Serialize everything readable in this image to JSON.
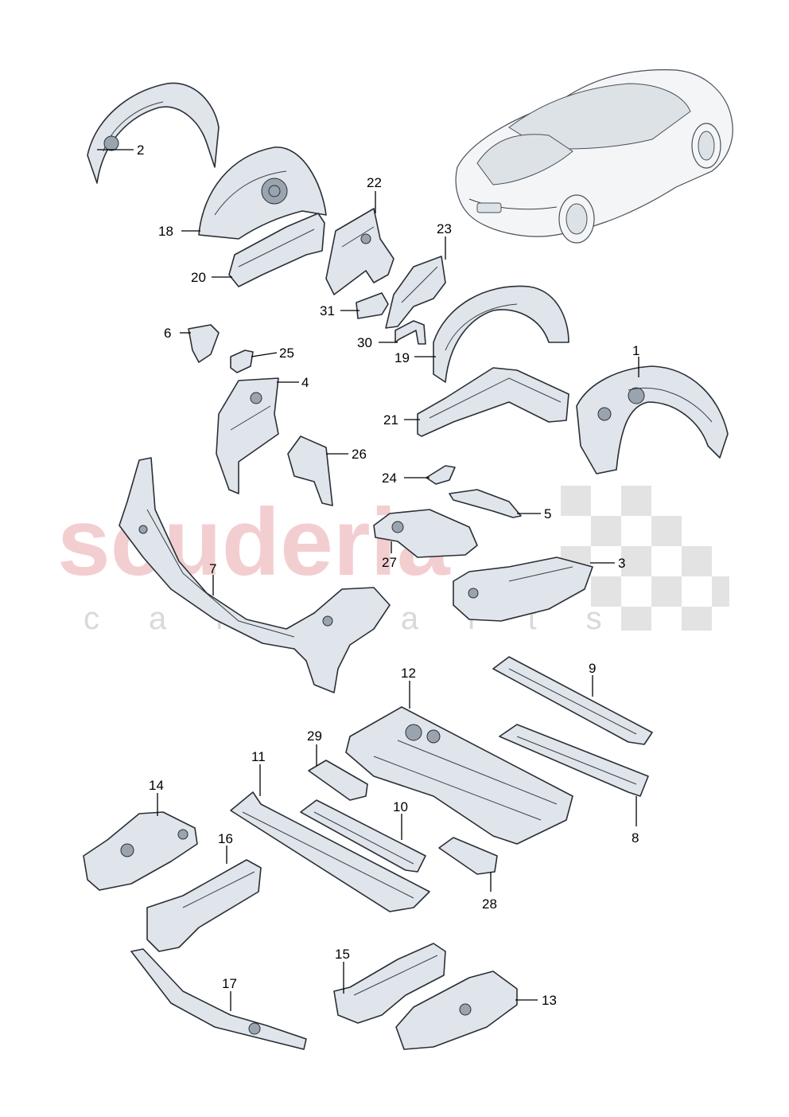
{
  "watermark": {
    "brand": "scuderia",
    "tagline": "car parts"
  },
  "callouts": {
    "c1": "1",
    "c2": "2",
    "c3": "3",
    "c4": "4",
    "c5": "5",
    "c6": "6",
    "c7": "7",
    "c8": "8",
    "c9": "9",
    "c10": "10",
    "c11": "11",
    "c12": "12",
    "c13": "13",
    "c14": "14",
    "c15": "15",
    "c16": "16",
    "c17": "17",
    "c18": "18",
    "c19": "19",
    "c20": "20",
    "c21": "21",
    "c22": "22",
    "c23": "23",
    "c24": "24",
    "c25": "25",
    "c26": "26",
    "c27": "27",
    "c28": "28",
    "c29": "29",
    "c30": "30",
    "c31": "31"
  },
  "colors": {
    "part_fill": "#dfe5ea",
    "outline": "#2a2f35",
    "watermark_red": "#f2c9cc",
    "watermark_grey": "#d9d9d9"
  }
}
